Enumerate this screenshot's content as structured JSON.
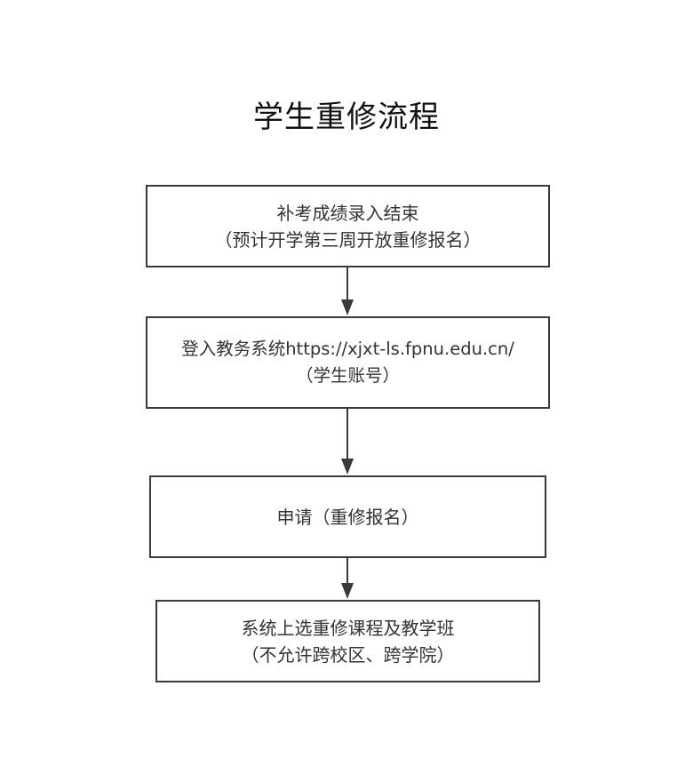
{
  "title": "学生重修流程",
  "steps": [
    {
      "line1": "补考成绩录入结束",
      "line2": "（预计开学第三周开放重修报名）"
    },
    {
      "line1": "登入教务系统https://xjxt-ls.fpnu.edu.cn/",
      "line2": "（学生账号）"
    },
    {
      "line1": "申请（重修报名）"
    },
    {
      "line1": "系统上选重修课程及教学班",
      "line2": "（不允许跨校区、跨学院）"
    }
  ]
}
